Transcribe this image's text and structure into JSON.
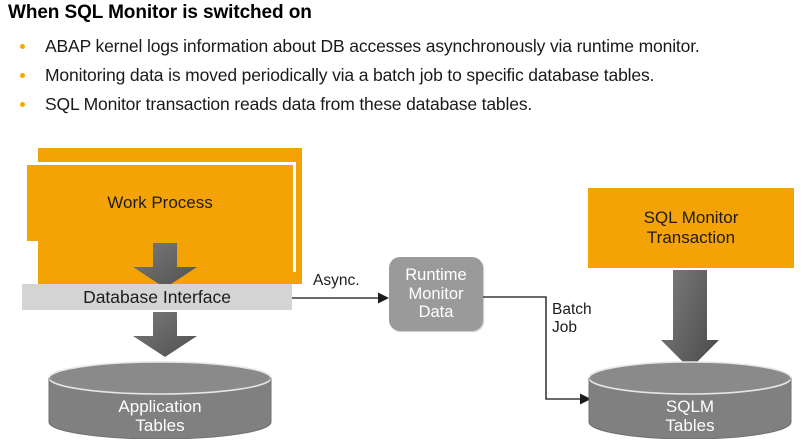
{
  "slide": {
    "title": "When SQL Monitor is switched on",
    "bullets": [
      "ABAP kernel logs information about DB accesses asynchronously via runtime monitor.",
      "Monitoring data is moved periodically via a batch job to specific database tables.",
      "SQL Monitor transaction reads data from these database tables."
    ]
  },
  "diagram": {
    "work_process": {
      "label": "Work Process"
    },
    "database_interface": {
      "label": "Database Interface"
    },
    "application_tables": {
      "line1": "Application",
      "line2": "Tables"
    },
    "runtime_monitor_data": {
      "line1": "Runtime",
      "line2": "Monitor",
      "line3": "Data"
    },
    "sql_monitor_transaction": {
      "line1": "SQL Monitor",
      "line2": "Transaction"
    },
    "sqlm_tables": {
      "line1": "SQLM",
      "line2": "Tables"
    },
    "connectors": {
      "async_label": "Async.",
      "batch_job_line1": "Batch",
      "batch_job_line2": "Job"
    }
  },
  "colors": {
    "accent_orange": "#f4a306",
    "bullet_orange": "#f5a800",
    "gray_bar": "#d4d4d4",
    "rounded_gray": "#9a9a9a",
    "cylinder_gray": "#808080",
    "arrow_gray": "#5e5e5e",
    "text_dark": "#1c1c1c",
    "text_light": "#ffffff",
    "background": "#ffffff"
  }
}
